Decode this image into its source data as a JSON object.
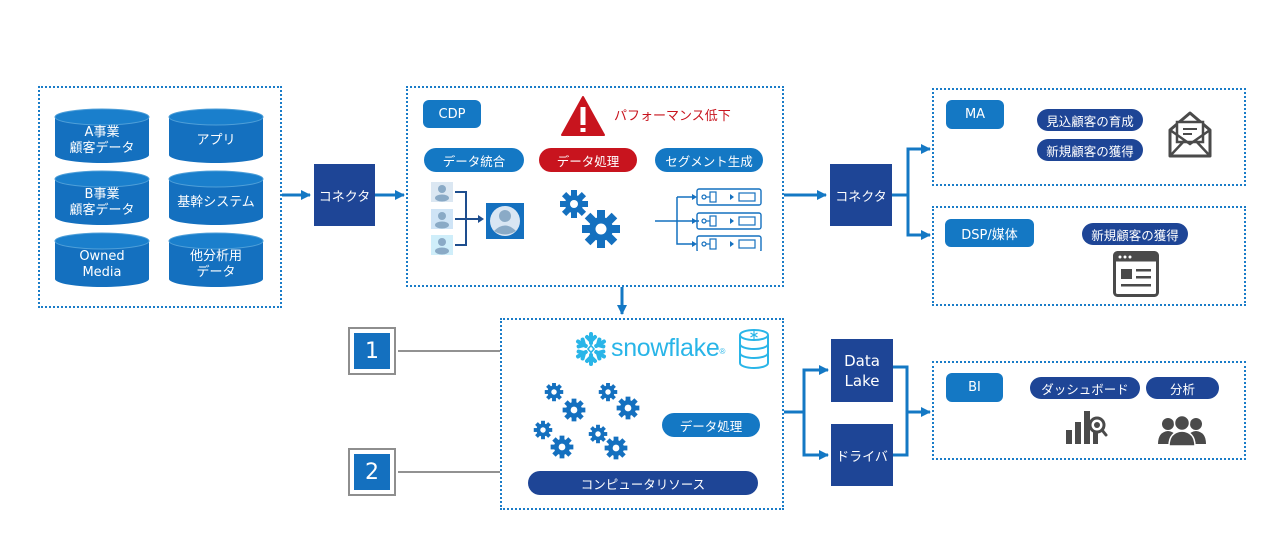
{
  "sources": {
    "items": [
      {
        "label_line1": "A事業",
        "label_line2": "顧客データ"
      },
      {
        "label_line1": "アプリ",
        "label_line2": ""
      },
      {
        "label_line1": "B事業",
        "label_line2": "顧客データ"
      },
      {
        "label_line1": "基幹システム",
        "label_line2": ""
      },
      {
        "label_line1": "Owned",
        "label_line2": "Media"
      },
      {
        "label_line1": "他分析用",
        "label_line2": "データ"
      }
    ]
  },
  "connector_left": {
    "label": "コネクタ"
  },
  "connector_right": {
    "label": "コネクタ"
  },
  "cdp": {
    "title": "CDP",
    "warning_text": "パフォーマンス低下",
    "pills": [
      "データ統合",
      "データ処理",
      "セグメント生成"
    ]
  },
  "ma": {
    "title": "MA",
    "pills": [
      "見込顧客の育成",
      "新規顧客の獲得"
    ]
  },
  "dsp": {
    "title": "DSP/媒体",
    "pills": [
      "新規顧客の獲得"
    ]
  },
  "snowflake": {
    "logo_text": "snowflake",
    "registered_mark": "®",
    "pill_processing": "データ処理",
    "pill_compute": "コンピュータリソース"
  },
  "markers": [
    "1",
    "2"
  ],
  "data_lake": {
    "line1": "Data",
    "line2": "Lake"
  },
  "driver": {
    "label": "ドライバ"
  },
  "bi": {
    "title": "BI",
    "pills": [
      "ダッシュボード",
      "分析"
    ]
  },
  "colors": {
    "primary_blue": "#1478c4",
    "navy": "#1e4596",
    "warning_red": "#c8141e",
    "snowflake_cyan": "#29b5e8",
    "icon_gray": "#4a4a4a"
  }
}
